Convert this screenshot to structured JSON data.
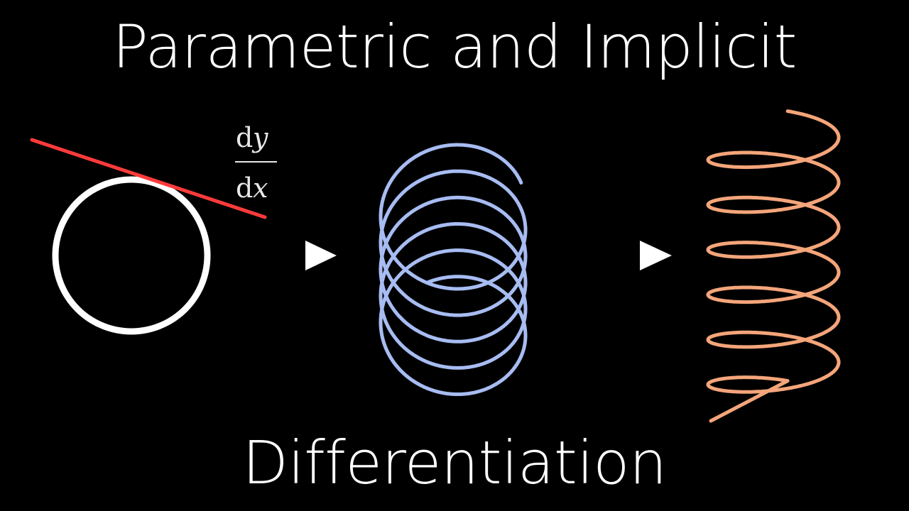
{
  "title_top": "Parametric and Implicit",
  "title_bottom": "Differentiation",
  "derivative": {
    "numerator_d": "d",
    "numerator_var": "y",
    "denominator_d": "d",
    "denominator_var": "x"
  },
  "colors": {
    "background": "#000000",
    "circle": "#ffffff",
    "tangent_line": "#ff3b3b",
    "blue_helix": "#a7bcf2",
    "orange_helix": "#f4a57a",
    "arrow": "#eeeeee",
    "text": "#ffffff"
  },
  "icons": [
    "right-arrow-icon",
    "right-arrow-icon"
  ]
}
